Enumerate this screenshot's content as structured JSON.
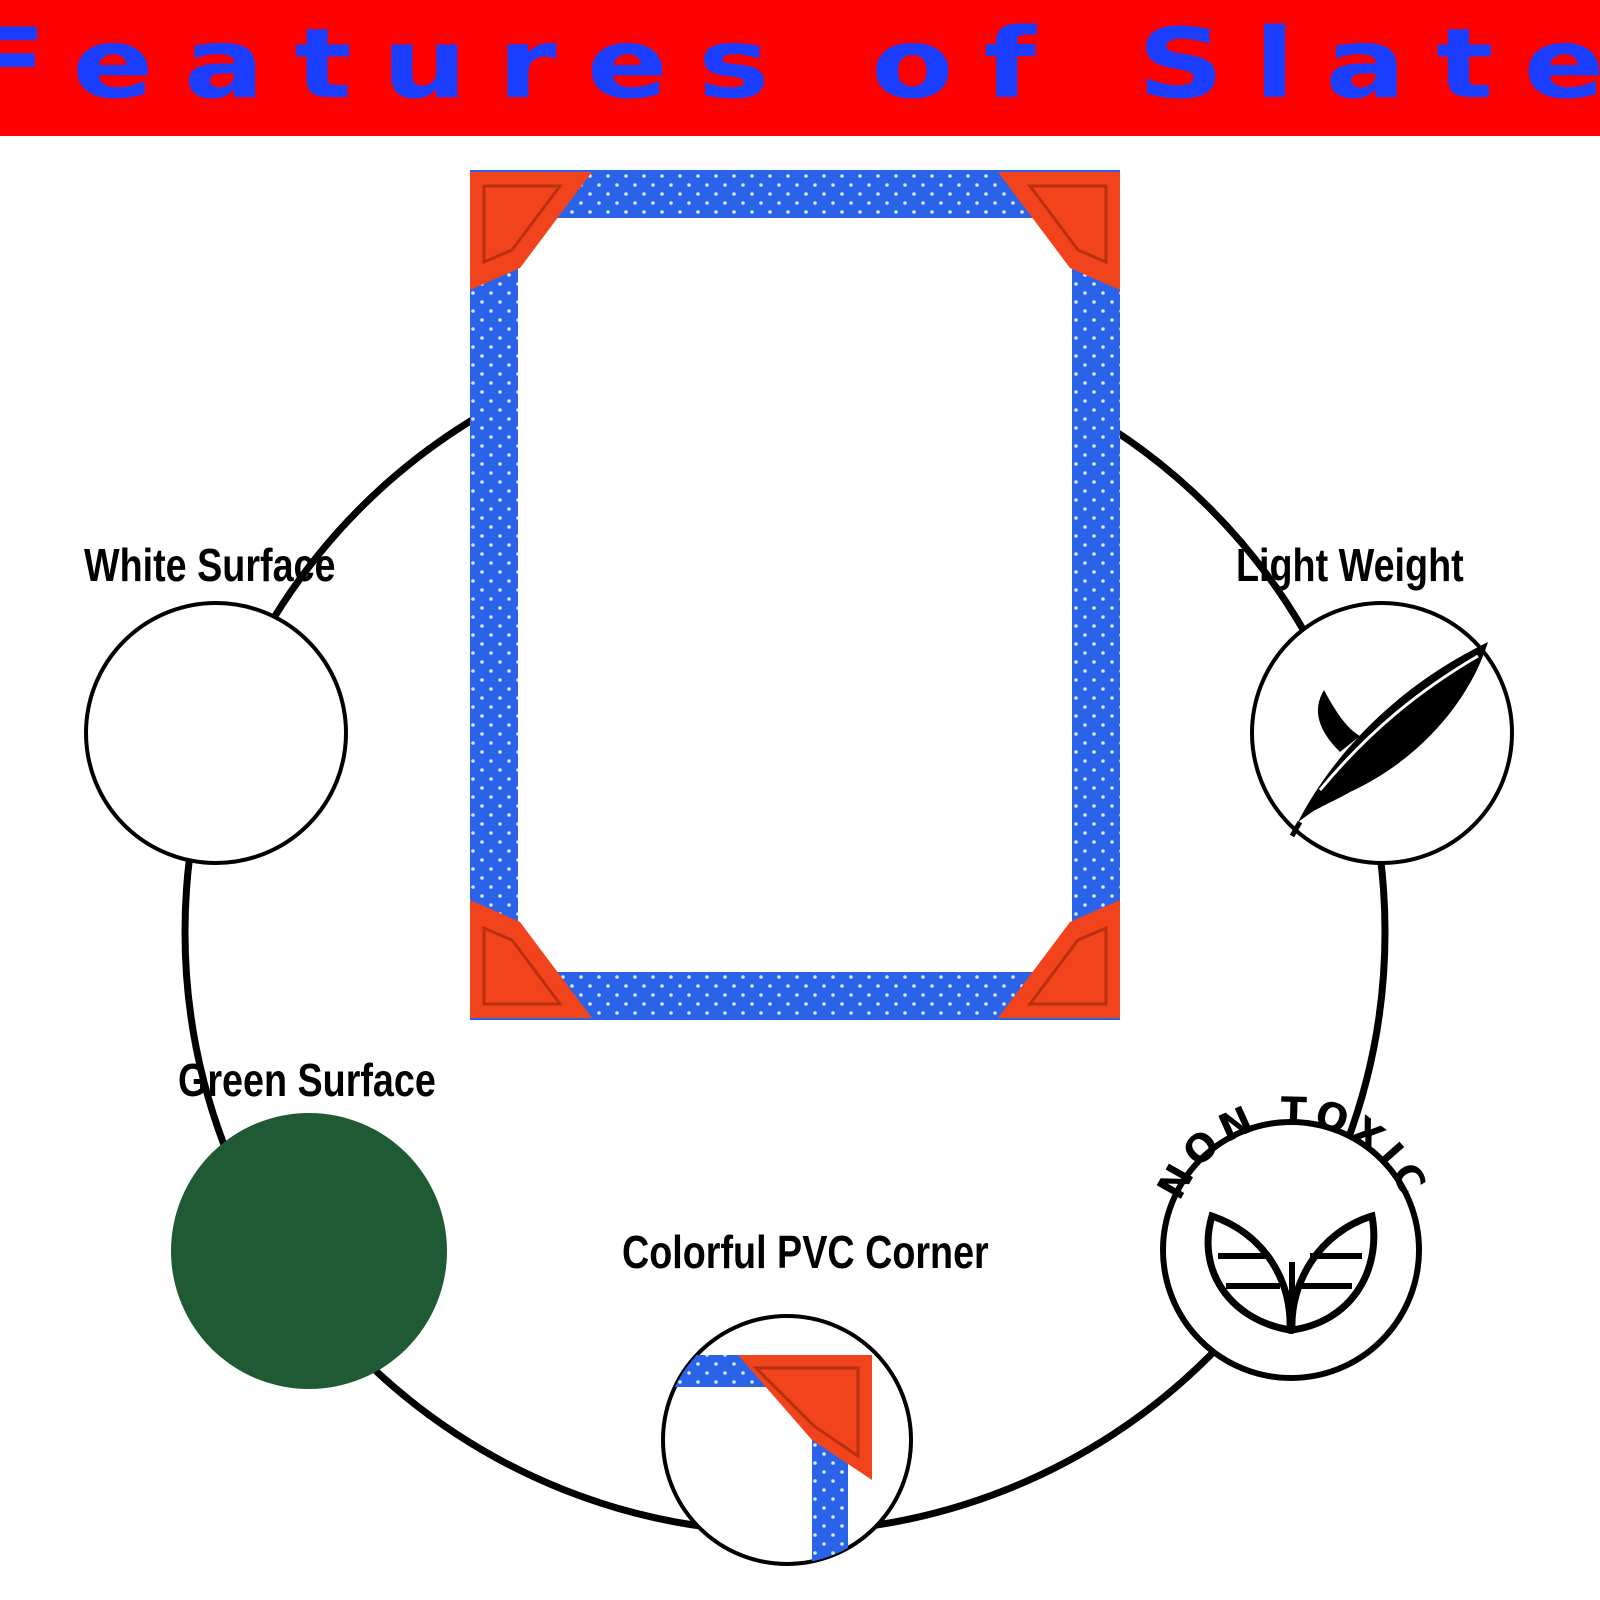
{
  "header": {
    "title": "Features of Slate"
  },
  "features": {
    "white_surface": "White Surface",
    "light_weight": "Light Weight",
    "green_surface": "Green Surface",
    "colorful_pvc_corner": "Colorful PVC Corner",
    "non_toxic": "NON TOXIC"
  },
  "colors": {
    "banner": "#ff0000",
    "title": "#1a3dff",
    "frame": "#2a63e8",
    "corner": "#f2441c",
    "green_surface": "#1f5a34"
  },
  "icons": [
    "feather-icon",
    "leaf-icon"
  ]
}
